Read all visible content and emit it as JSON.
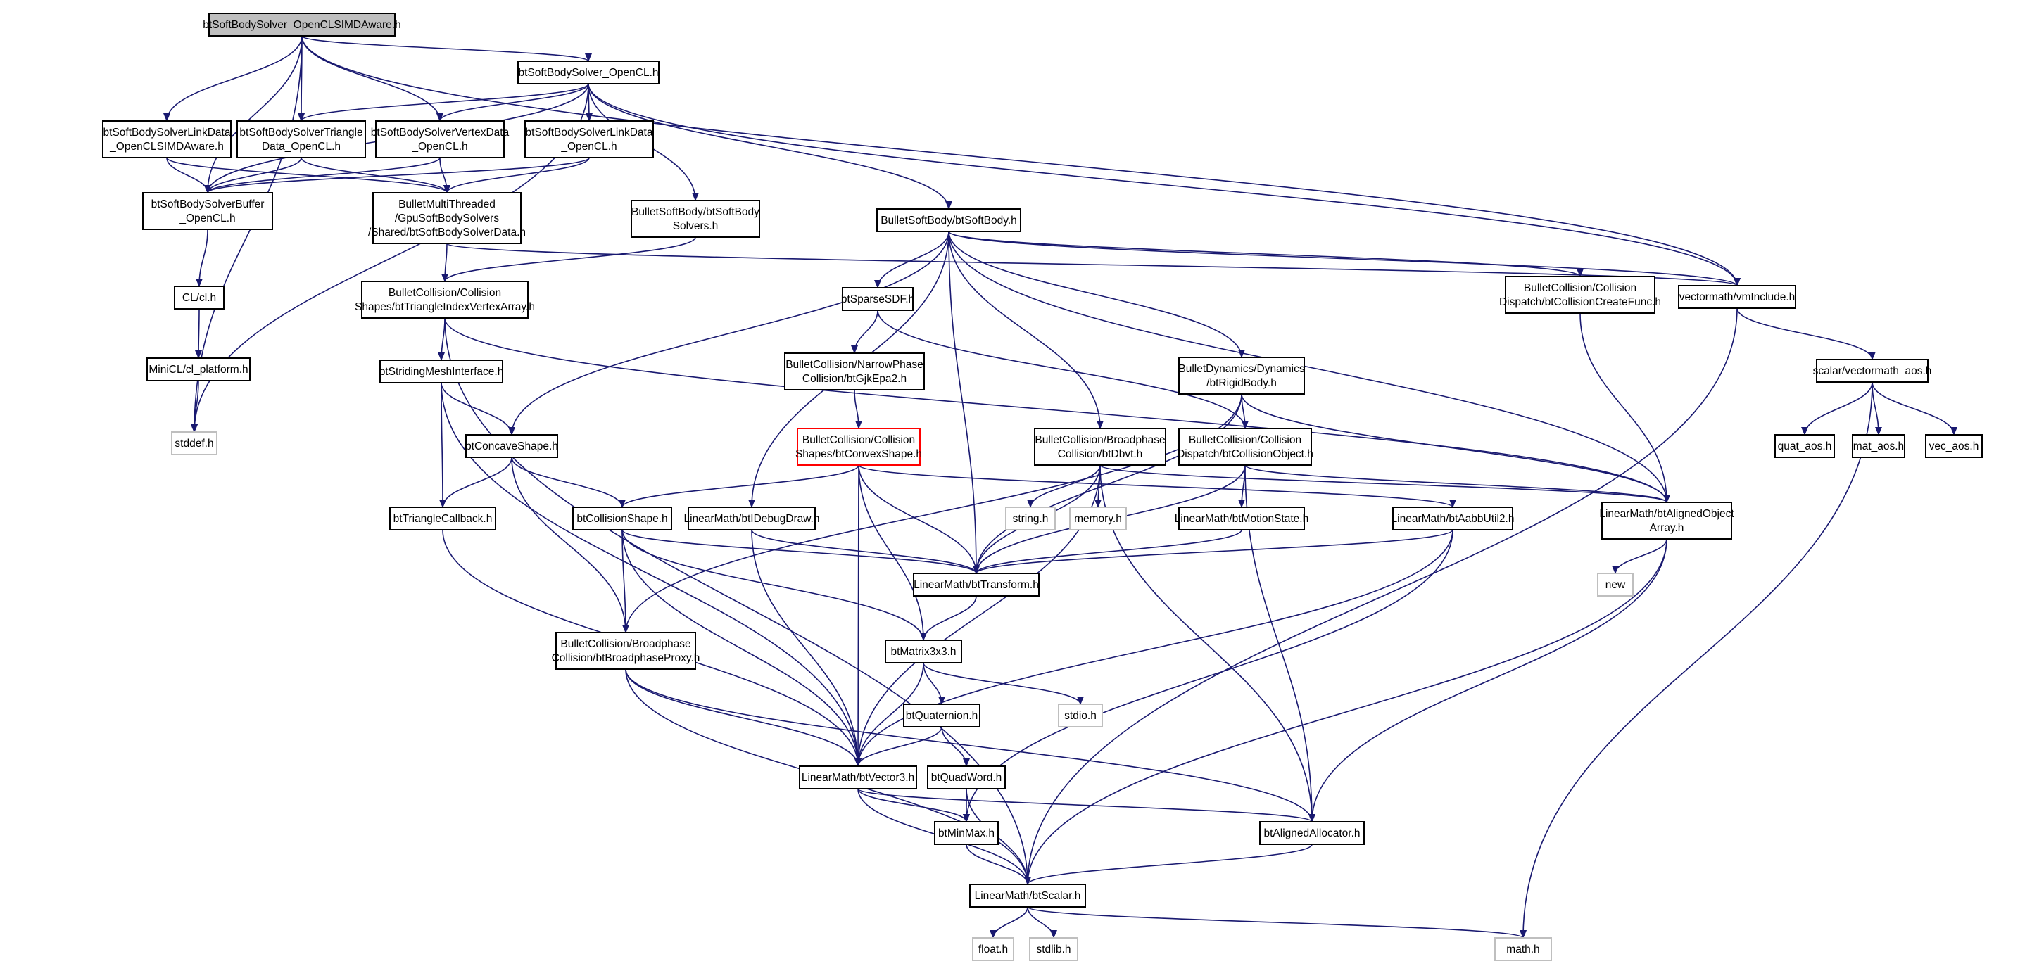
{
  "colors": {
    "edge": "#191970",
    "box_border": "#000000",
    "external_border": "#bfbfbf",
    "root_fill": "#bfbfbf",
    "highlight_border": "#ff0000",
    "label": "#000000"
  },
  "nodes": [
    {
      "id": "root",
      "lines": [
        "btSoftBodySolver_OpenCLSIMDAware.h"
      ],
      "style": "root"
    },
    {
      "id": "solver_ocl",
      "lines": [
        "btSoftBodySolver_OpenCL.h"
      ]
    },
    {
      "id": "linkdata_simd",
      "lines": [
        "btSoftBodySolverLinkData",
        "_OpenCLSIMDAware.h"
      ]
    },
    {
      "id": "triangle_ocl",
      "lines": [
        "btSoftBodySolverTriangle",
        "Data_OpenCL.h"
      ]
    },
    {
      "id": "vertex_ocl",
      "lines": [
        "btSoftBodySolverVertexData",
        "_OpenCL.h"
      ]
    },
    {
      "id": "linkdata_ocl",
      "lines": [
        "btSoftBodySolverLinkData",
        "_OpenCL.h"
      ]
    },
    {
      "id": "buffer_ocl",
      "lines": [
        "btSoftBodySolverBuffer",
        "_OpenCL.h"
      ]
    },
    {
      "id": "solverdata",
      "lines": [
        "BulletMultiThreaded",
        "/GpuSoftBodySolvers",
        "/Shared/btSoftBodySolverData.h"
      ]
    },
    {
      "id": "softbodysolvers",
      "lines": [
        "BulletSoftBody/btSoftBody",
        "Solvers.h"
      ]
    },
    {
      "id": "softbody",
      "lines": [
        "BulletSoftBody/btSoftBody.h"
      ]
    },
    {
      "id": "collcreatefunc",
      "lines": [
        "BulletCollision/Collision",
        "Dispatch/btCollisionCreateFunc.h"
      ]
    },
    {
      "id": "vminclude",
      "lines": [
        "vectormath/vmInclude.h"
      ]
    },
    {
      "id": "clh",
      "lines": [
        "CL/cl.h"
      ]
    },
    {
      "id": "minicl",
      "lines": [
        "MiniCL/cl_platform.h"
      ]
    },
    {
      "id": "stddef",
      "lines": [
        "stddef.h"
      ],
      "style": "external"
    },
    {
      "id": "trivertexarray",
      "lines": [
        "BulletCollision/Collision",
        "Shapes/btTriangleIndexVertexArray.h"
      ]
    },
    {
      "id": "sparsesdf",
      "lines": [
        "btSparseSDF.h"
      ]
    },
    {
      "id": "scalar_aos",
      "lines": [
        "scalar/vectormath_aos.h"
      ]
    },
    {
      "id": "striding",
      "lines": [
        "btStridingMeshInterface.h"
      ]
    },
    {
      "id": "gjkepa2",
      "lines": [
        "BulletCollision/NarrowPhase",
        "Collision/btGjkEpa2.h"
      ]
    },
    {
      "id": "rigidbody",
      "lines": [
        "BulletDynamics/Dynamics",
        "/btRigidBody.h"
      ]
    },
    {
      "id": "quat_aos",
      "lines": [
        "quat_aos.h"
      ]
    },
    {
      "id": "mat_aos",
      "lines": [
        "mat_aos.h"
      ]
    },
    {
      "id": "vec_aos",
      "lines": [
        "vec_aos.h"
      ]
    },
    {
      "id": "concave",
      "lines": [
        "btConcaveShape.h"
      ]
    },
    {
      "id": "convex",
      "lines": [
        "BulletCollision/Collision",
        "Shapes/btConvexShape.h"
      ],
      "style": "highlight"
    },
    {
      "id": "dbvt",
      "lines": [
        "BulletCollision/Broadphase",
        "Collision/btDbvt.h"
      ]
    },
    {
      "id": "collobject",
      "lines": [
        "BulletCollision/Collision",
        "Dispatch/btCollisionObject.h"
      ]
    },
    {
      "id": "alignedarray",
      "lines": [
        "LinearMath/btAlignedObject",
        "Array.h"
      ]
    },
    {
      "id": "tricallback",
      "lines": [
        "btTriangleCallback.h"
      ]
    },
    {
      "id": "collshape",
      "lines": [
        "btCollisionShape.h"
      ]
    },
    {
      "id": "debugdraw",
      "lines": [
        "LinearMath/btIDebugDraw.h"
      ]
    },
    {
      "id": "stringh",
      "lines": [
        "string.h"
      ],
      "style": "external"
    },
    {
      "id": "memoryh",
      "lines": [
        "memory.h"
      ],
      "style": "external"
    },
    {
      "id": "motionstate",
      "lines": [
        "LinearMath/btMotionState.h"
      ]
    },
    {
      "id": "aabbutil",
      "lines": [
        "LinearMath/btAabbUtil2.h"
      ]
    },
    {
      "id": "newh",
      "lines": [
        "new"
      ],
      "style": "external"
    },
    {
      "id": "transform",
      "lines": [
        "LinearMath/btTransform.h"
      ]
    },
    {
      "id": "bproxy",
      "lines": [
        "BulletCollision/Broadphase",
        "Collision/btBroadphaseProxy.h"
      ]
    },
    {
      "id": "matrix3x3",
      "lines": [
        "btMatrix3x3.h"
      ]
    },
    {
      "id": "stdioh",
      "lines": [
        "stdio.h"
      ],
      "style": "external"
    },
    {
      "id": "quaternion",
      "lines": [
        "btQuaternion.h"
      ]
    },
    {
      "id": "vector3",
      "lines": [
        "LinearMath/btVector3.h"
      ]
    },
    {
      "id": "quadword",
      "lines": [
        "btQuadWord.h"
      ]
    },
    {
      "id": "minmax",
      "lines": [
        "btMinMax.h"
      ]
    },
    {
      "id": "alignedalloc",
      "lines": [
        "btAlignedAllocator.h"
      ]
    },
    {
      "id": "scalar",
      "lines": [
        "LinearMath/btScalar.h"
      ]
    },
    {
      "id": "floath",
      "lines": [
        "float.h"
      ],
      "style": "external"
    },
    {
      "id": "stdlibh",
      "lines": [
        "stdlib.h"
      ],
      "style": "external"
    },
    {
      "id": "mathh",
      "lines": [
        "math.h"
      ],
      "style": "external"
    }
  ],
  "edges": [
    [
      "root",
      "solver_ocl"
    ],
    [
      "root",
      "linkdata_simd"
    ],
    [
      "root",
      "triangle_ocl"
    ],
    [
      "root",
      "vertex_ocl"
    ],
    [
      "root",
      "buffer_ocl"
    ],
    [
      "root",
      "vminclude"
    ],
    [
      "root",
      "stddef"
    ],
    [
      "solver_ocl",
      "buffer_ocl"
    ],
    [
      "solver_ocl",
      "triangle_ocl"
    ],
    [
      "solver_ocl",
      "vertex_ocl"
    ],
    [
      "solver_ocl",
      "linkdata_ocl"
    ],
    [
      "solver_ocl",
      "softbodysolvers"
    ],
    [
      "solver_ocl",
      "softbody"
    ],
    [
      "solver_ocl",
      "vminclude"
    ],
    [
      "solver_ocl",
      "stddef"
    ],
    [
      "linkdata_simd",
      "buffer_ocl"
    ],
    [
      "linkdata_simd",
      "solverdata"
    ],
    [
      "triangle_ocl",
      "buffer_ocl"
    ],
    [
      "triangle_ocl",
      "solverdata"
    ],
    [
      "vertex_ocl",
      "buffer_ocl"
    ],
    [
      "vertex_ocl",
      "solverdata"
    ],
    [
      "linkdata_ocl",
      "buffer_ocl"
    ],
    [
      "linkdata_ocl",
      "solverdata"
    ],
    [
      "buffer_ocl",
      "clh"
    ],
    [
      "clh",
      "minicl"
    ],
    [
      "minicl",
      "stddef"
    ],
    [
      "solverdata",
      "trivertexarray"
    ],
    [
      "solverdata",
      "vminclude"
    ],
    [
      "softbodysolvers",
      "trivertexarray"
    ],
    [
      "softbody",
      "sparsesdf"
    ],
    [
      "softbody",
      "collcreatefunc"
    ],
    [
      "softbody",
      "vminclude"
    ],
    [
      "softbody",
      "rigidbody"
    ],
    [
      "softbody",
      "concave"
    ],
    [
      "softbody",
      "dbvt"
    ],
    [
      "softbody",
      "alignedarray"
    ],
    [
      "softbody",
      "debugdraw"
    ],
    [
      "softbody",
      "transform"
    ],
    [
      "collcreatefunc",
      "alignedarray"
    ],
    [
      "vminclude",
      "scalar_aos"
    ],
    [
      "vminclude",
      "scalar"
    ],
    [
      "scalar_aos",
      "quat_aos"
    ],
    [
      "scalar_aos",
      "mat_aos"
    ],
    [
      "scalar_aos",
      "vec_aos"
    ],
    [
      "scalar_aos",
      "mathh"
    ],
    [
      "trivertexarray",
      "striding"
    ],
    [
      "trivertexarray",
      "alignedarray"
    ],
    [
      "trivertexarray",
      "scalar"
    ],
    [
      "striding",
      "concave"
    ],
    [
      "striding",
      "tricallback"
    ],
    [
      "striding",
      "vector3"
    ],
    [
      "sparsesdf",
      "gjkepa2"
    ],
    [
      "sparsesdf",
      "collobject"
    ],
    [
      "gjkepa2",
      "convex"
    ],
    [
      "rigidbody",
      "collobject"
    ],
    [
      "rigidbody",
      "alignedarray"
    ],
    [
      "rigidbody",
      "transform"
    ],
    [
      "rigidbody",
      "bproxy"
    ],
    [
      "concave",
      "tricallback"
    ],
    [
      "concave",
      "collshape"
    ],
    [
      "concave",
      "bproxy"
    ],
    [
      "convex",
      "collshape"
    ],
    [
      "convex",
      "transform"
    ],
    [
      "convex",
      "matrix3x3"
    ],
    [
      "convex",
      "vector3"
    ],
    [
      "convex",
      "aabbutil"
    ],
    [
      "dbvt",
      "stringh"
    ],
    [
      "dbvt",
      "memoryh"
    ],
    [
      "dbvt",
      "transform"
    ],
    [
      "dbvt",
      "alignedarray"
    ],
    [
      "dbvt",
      "alignedalloc"
    ],
    [
      "dbvt",
      "vector3"
    ],
    [
      "collobject",
      "motionstate"
    ],
    [
      "collobject",
      "alignedarray"
    ],
    [
      "collobject",
      "transform"
    ],
    [
      "collobject",
      "alignedalloc"
    ],
    [
      "alignedarray",
      "newh"
    ],
    [
      "alignedarray",
      "alignedalloc"
    ],
    [
      "alignedarray",
      "scalar"
    ],
    [
      "tricallback",
      "vector3"
    ],
    [
      "collshape",
      "transform"
    ],
    [
      "collshape",
      "bproxy"
    ],
    [
      "collshape",
      "matrix3x3"
    ],
    [
      "collshape",
      "vector3"
    ],
    [
      "debugdraw",
      "transform"
    ],
    [
      "debugdraw",
      "vector3"
    ],
    [
      "motionstate",
      "transform"
    ],
    [
      "aabbutil",
      "transform"
    ],
    [
      "aabbutil",
      "vector3"
    ],
    [
      "aabbutil",
      "minmax"
    ],
    [
      "transform",
      "matrix3x3"
    ],
    [
      "bproxy",
      "vector3"
    ],
    [
      "bproxy",
      "alignedalloc"
    ],
    [
      "bproxy",
      "scalar"
    ],
    [
      "matrix3x3",
      "quaternion"
    ],
    [
      "matrix3x3",
      "vector3"
    ],
    [
      "matrix3x3",
      "stdioh"
    ],
    [
      "quaternion",
      "vector3"
    ],
    [
      "quaternion",
      "quadword"
    ],
    [
      "vector3",
      "minmax"
    ],
    [
      "vector3",
      "alignedalloc"
    ],
    [
      "vector3",
      "scalar"
    ],
    [
      "quadword",
      "minmax"
    ],
    [
      "quadword",
      "scalar"
    ],
    [
      "minmax",
      "scalar"
    ],
    [
      "alignedalloc",
      "scalar"
    ],
    [
      "scalar",
      "floath"
    ],
    [
      "scalar",
      "stdlibh"
    ],
    [
      "scalar",
      "mathh"
    ]
  ]
}
